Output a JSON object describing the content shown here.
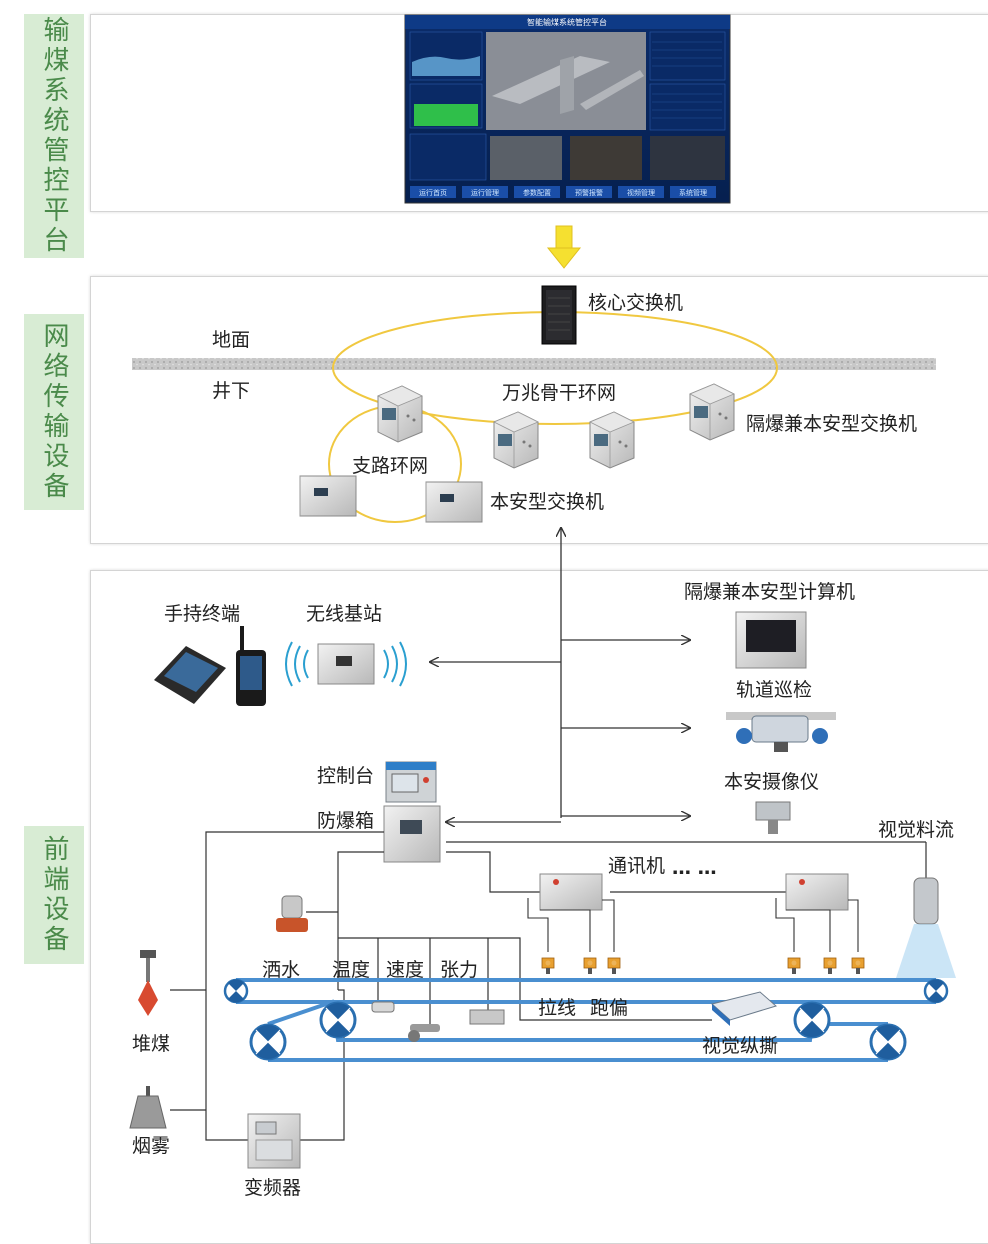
{
  "sections": {
    "platform": "输煤系统管控平台",
    "network": "网络传输设备",
    "frontend": "前端设备"
  },
  "network": {
    "core_switch": "核心交换机",
    "ground": "地面",
    "underground": "井下",
    "backbone_ring": "万兆骨干环网",
    "branch_ring": "支路环网",
    "explosion_switch": "隔爆兼本安型交换机",
    "intrinsic_switch": "本安型交换机"
  },
  "frontend": {
    "handheld": "手持终端",
    "base_station": "无线基站",
    "computer": "隔爆兼本安型计算机",
    "rail_inspection": "轨道巡检",
    "camera": "本安摄像仪",
    "console": "控制台",
    "explosion_box": "防爆箱",
    "vision_flow": "视觉料流",
    "comm_unit": "通讯机",
    "dots": "… …",
    "spray": "洒水",
    "temperature": "温度",
    "speed": "速度",
    "tension": "张力",
    "pull_cord": "拉线",
    "deviation": "跑偏",
    "pile": "堆煤",
    "smoke": "烟雾",
    "vision_tear": "视觉纵撕",
    "inverter": "变频器"
  },
  "screen": {
    "title": "智能输煤系统管控平台",
    "buttons": [
      "运行首页",
      "运行管理",
      "参数配置",
      "预警报警",
      "视频管理",
      "系统管理"
    ]
  },
  "colors": {
    "accent_green_bg": "#d8ecd4",
    "accent_green_text": "#4a8a4a",
    "ring_yellow": "#f0c840",
    "belt_blue": "#4a8fd0",
    "arrow_yellow": "#f5e030"
  }
}
